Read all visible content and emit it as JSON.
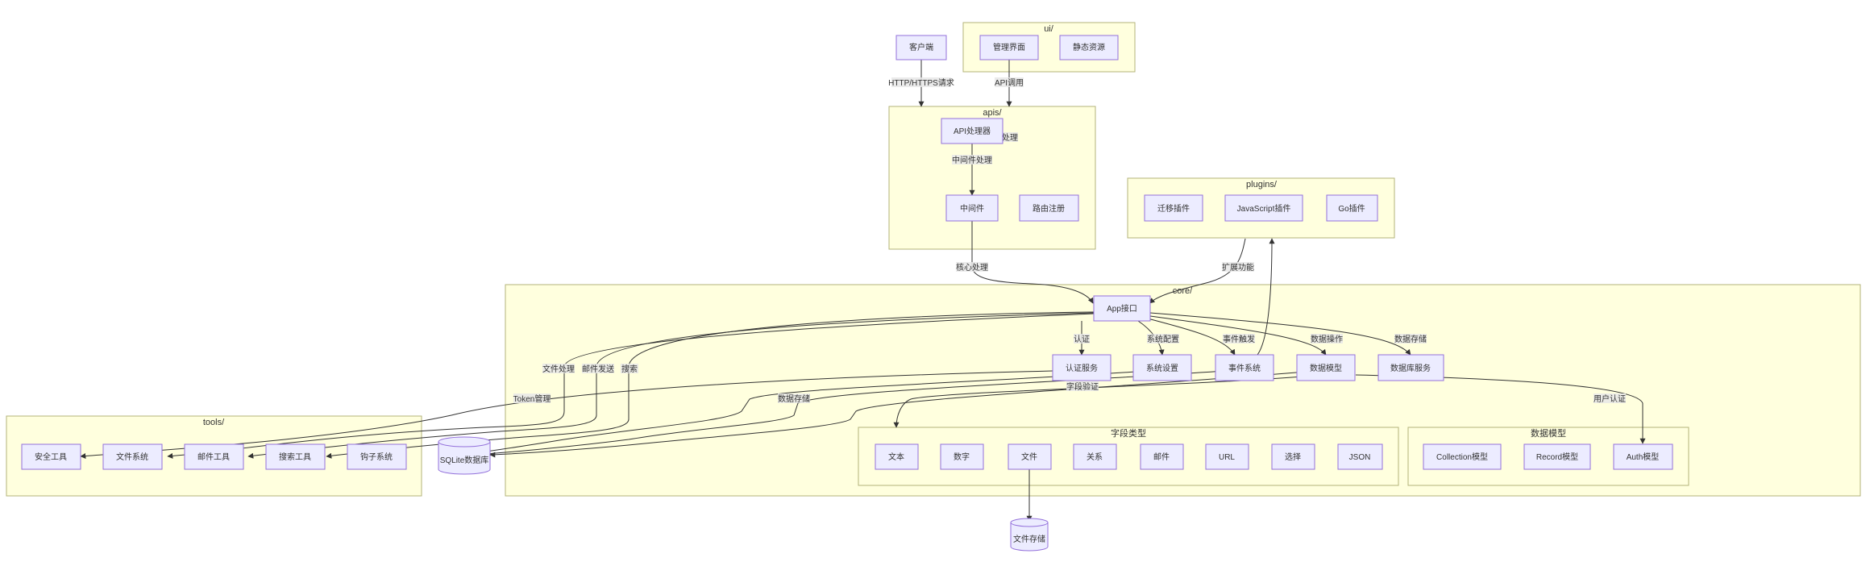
{
  "clusters": {
    "ui": "ui/",
    "apis": "apis/",
    "plugins": "plugins/",
    "core": "core/",
    "tools": "tools/",
    "field_types": "字段类型",
    "data_models": "数据模型"
  },
  "nodes": {
    "client": "客户端",
    "admin_ui": "管理界面",
    "static_assets": "静态资源",
    "api_handler": "API处理器",
    "middleware": "中间件",
    "route_register": "路由注册",
    "migrate_plugin": "迁移插件",
    "js_plugin": "JavaScript插件",
    "go_plugin": "Go插件",
    "app_interface": "App接口",
    "auth_service": "认证服务",
    "system_settings": "系统设置",
    "event_system": "事件系统",
    "data_model": "数据模型",
    "db_service": "数据库服务",
    "security_tools": "安全工具",
    "file_system": "文件系统",
    "mail_tools": "邮件工具",
    "search_tools": "搜索工具",
    "hook_system": "钩子系统",
    "sqlite_db": "SQLite数据库",
    "ft_text": "文本",
    "ft_number": "数字",
    "ft_file": "文件",
    "ft_relation": "关系",
    "ft_email": "邮件",
    "ft_url": "URL",
    "ft_select": "选择",
    "ft_json": "JSON",
    "collection_model": "Collection模型",
    "record_model": "Record模型",
    "auth_model": "Auth模型",
    "file_storage": "文件存储"
  },
  "edge_labels": {
    "http": "HTTP/HTTPS请求",
    "api_call": "API调用",
    "handle": "处理",
    "middleware_handle": "中间件处理",
    "core_handle": "核心处理",
    "extend": "扩展功能",
    "auth": "认证",
    "sys_config": "系统配置",
    "event_trigger": "事件触发",
    "data_op": "数据操作",
    "data_store_1": "数据存储",
    "file_handle": "文件处理",
    "mail_send": "邮件发送",
    "search": "搜索",
    "token_mgmt": "Token管理",
    "data_store_2": "数据存储",
    "field_validate": "字段验证",
    "user_auth": "用户认证"
  }
}
